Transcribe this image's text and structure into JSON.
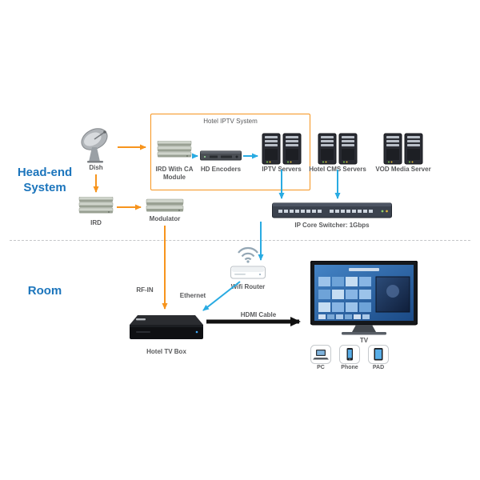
{
  "sections": {
    "headend": {
      "label": "Head-end System"
    },
    "room": {
      "label": "Room"
    }
  },
  "group": {
    "label": "Hotel IPTV System"
  },
  "nodes": {
    "dish": {
      "label": "Dish"
    },
    "ird_ca": {
      "label": "IRD With CA Module"
    },
    "hd_encoders": {
      "label": "HD Encoders"
    },
    "iptv_servers": {
      "label": "IPTV Servers"
    },
    "cms_servers": {
      "label": "Hotel CMS Servers"
    },
    "vod_server": {
      "label": "VOD Media Server"
    },
    "ird": {
      "label": "IRD"
    },
    "modulator": {
      "label": "Modulator"
    },
    "core_switcher": {
      "label": "IP Core Switcher: 1Gbps"
    },
    "wifi_router": {
      "label": "Wifi Router"
    },
    "tv_box": {
      "label": "Hotel TV Box"
    },
    "tv": {
      "label": "TV"
    },
    "pc": {
      "label": "PC"
    },
    "phone": {
      "label": "Phone"
    },
    "pad": {
      "label": "PAD"
    }
  },
  "connections": {
    "rf_in": {
      "label": "RF-IN"
    },
    "ethernet": {
      "label": "Ethernet"
    },
    "hdmi": {
      "label": "HDMI Cable"
    }
  },
  "icons": {
    "dish": "satellite-dish-icon",
    "ird_ca": "receiver-stack-icon",
    "hd_encoders": "rack-encoder-icon",
    "iptv_servers": "server-towers-icon",
    "cms_servers": "server-towers-icon",
    "vod_server": "server-towers-icon",
    "ird": "receiver-stack-icon",
    "modulator": "receiver-stack-icon",
    "core_switcher": "rack-switch-icon",
    "wifi": "wifi-signal-icon",
    "router": "router-icon",
    "tv_box": "settop-box-icon",
    "tv": "tv-icon",
    "pc": "laptop-icon",
    "phone": "phone-icon",
    "pad": "tablet-icon"
  },
  "colors": {
    "orange": "#F7941D",
    "blue": "#29ABE2",
    "heading_blue": "#1C75BC",
    "label_gray": "#58595B"
  }
}
